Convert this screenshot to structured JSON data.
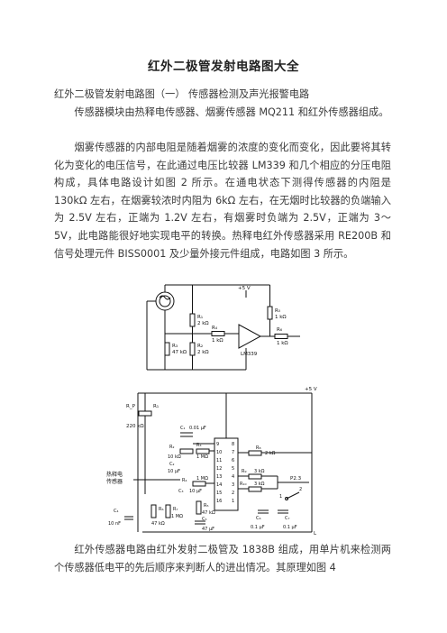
{
  "title": "红外二极管发射电路图大全",
  "paragraphs": [
    "红外二极管发射电路图（一） 传感器检测及声光报警电路",
    "传感器模块由热释电传感器、烟雾传感器 MQ211 和红外传感器组成。",
    "烟雾传感器的内部电阻是随着烟雾的浓度的变化而变化，因此要将其转化为变化的电压信号，在此通过电压比较器 LM339 和几个相应的分压电阻构成，具体电路设计如图 2 所示。在通电状态下测得传感器的内阻是 130kΩ 左右，在烟雾较浓时内阻为 6kΩ 左右，在无烟时比较器的负端输入为 2.5V 左右，正端为 1.2V 左右，有烟雾时负端为 2.5V，正端为 3～5V，此电路能很好地实现电平的转换。热释电红外传感器采用 RE200B 和信号处理元件 BISS0001 及少量外接元件组成，电路如图 3 所示。",
    "红外传感器电路由红外发射二极管及 1838B 组成，用单片机来检测两个传感器低电平的先后顺序来判断人的进出情况。其原理如图 4"
  ],
  "fig2": {
    "supply": "+5 V",
    "r1": "R₁",
    "r1_val": "2 kΩ",
    "r2": "R₂",
    "r2_val": "2 kΩ",
    "r3": "R₃",
    "r3_val": "47 kΩ",
    "r4": "R₄",
    "r4_val": "1 kΩ",
    "r5": "R₅",
    "r5_val": "1 kΩ",
    "r6": "R₆",
    "r6_val": "1 kΩ",
    "chip": "LM339"
  },
  "fig3": {
    "supply": "+5 V",
    "sensor_line1": "热释电",
    "sensor_line2": "传感器",
    "rp": "R_P",
    "r1": "R₁",
    "rp_val": "220 kΩ",
    "c1": "C₁",
    "c1_val": "0.01 μF",
    "r2": "R₂",
    "r2_val": "10 kΩ",
    "r3": "R₃",
    "r3_val": "1 MΩ",
    "c2": "C₂",
    "c2_val": "10 μF",
    "c3": "C₃",
    "c3_val": "10 μF",
    "r4": "R₄",
    "r4_val": "1 MΩ",
    "r5": "R₅",
    "r5_val": "47 kΩ",
    "r6": "R₆",
    "r6_val": "47 kΩ",
    "r7": "R₇",
    "r7_val": "1 MΩ",
    "c4": "C₄",
    "c4_val": "10 nF",
    "c5": "C₅",
    "c5_val": "47 μF",
    "r8": "R₈",
    "r8_val": "2 kΩ",
    "r9": "R₉",
    "r9_val": "3 kΩ",
    "r10": "R₁₀",
    "r10_val": "3 kΩ",
    "c6": "C₆",
    "c6_val": "0.1 μF",
    "c7": "C₇",
    "c7_val": "0.1 μF",
    "port": "P2.3",
    "switch_1": "1",
    "switch_2": "2",
    "pins_left": [
      "9",
      "10",
      "11",
      "12",
      "13",
      "14",
      "15",
      "16"
    ],
    "pins_right": [
      "8",
      "7",
      "6",
      "5",
      "4",
      "3",
      "2",
      "1"
    ],
    "gnd": "L"
  }
}
